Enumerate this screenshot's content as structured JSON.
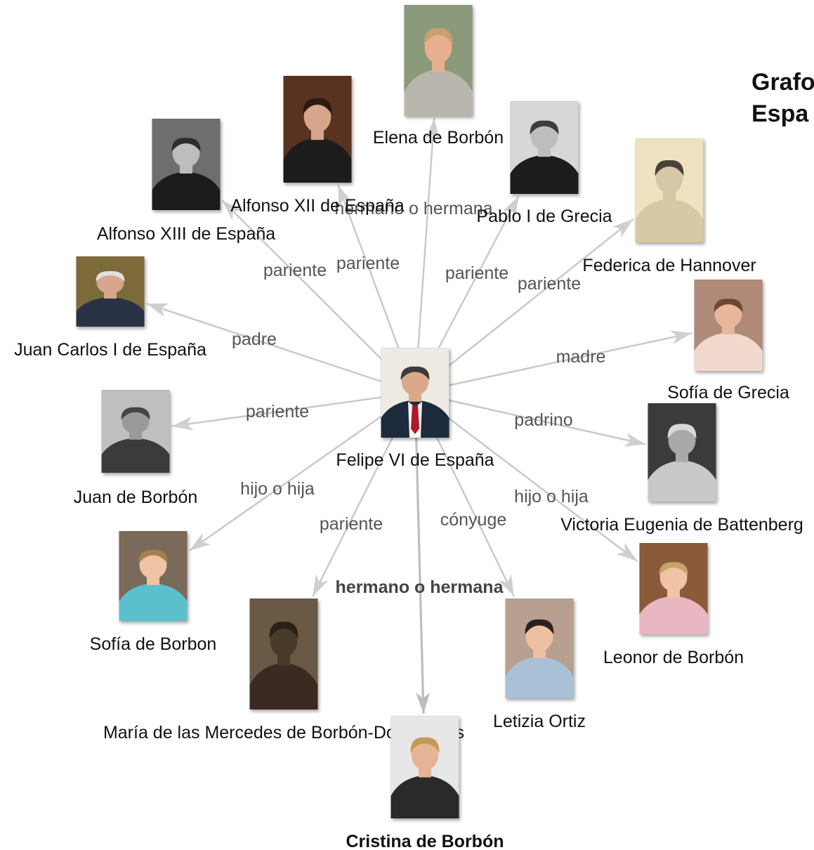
{
  "title_lines": [
    "Grafo",
    "Espa"
  ],
  "center": {
    "label": "Felipe VI de España",
    "skin": "#d9a98a",
    "hair": "#3a3a3a",
    "suit": "#1f2a3e",
    "tie": "#b3122a",
    "bg": "#efe9e3"
  },
  "nodes": [
    {
      "id": "elena",
      "label": "Elena de Borbón",
      "bold": false,
      "bg": "#8a9a7a",
      "suit": "#b9b6ae",
      "skin": "#e6b08f",
      "hair": "#c8a070"
    },
    {
      "id": "pablo",
      "label": "Pablo I de Grecia",
      "bold": false,
      "bg": "#d7d7d7",
      "suit": "#1d1d1d",
      "skin": "#bdbdbd",
      "hair": "#3c3c3c"
    },
    {
      "id": "federica",
      "label": "Federica de Hannover",
      "bold": false,
      "bg": "#efe2c0",
      "suit": "#d8c9a5",
      "skin": "#d6c7a8",
      "hair": "#4a4338"
    },
    {
      "id": "sofia_grecia",
      "label": "Sofía de Grecia",
      "bold": false,
      "bg": "#b08a78",
      "suit": "#f1d8cc",
      "skin": "#e8b69b",
      "hair": "#6a4a30"
    },
    {
      "id": "victoria",
      "label": "Victoria Eugenia de Battenberg",
      "bold": false,
      "bg": "#3a3a3a",
      "suit": "#c9c9c9",
      "skin": "#a9a9a9",
      "hair": "#d9d9d9"
    },
    {
      "id": "leonor",
      "label": "Leonor de Borbón",
      "bold": false,
      "bg": "#8a5a3a",
      "suit": "#e9b7c1",
      "skin": "#f0c3a6",
      "hair": "#c9a46a"
    },
    {
      "id": "letizia",
      "label": "Letizia Ortiz",
      "bold": false,
      "bg": "#b8a090",
      "suit": "#a9c0d6",
      "skin": "#eebfa2",
      "hair": "#2a2320"
    },
    {
      "id": "cristina",
      "label": "Cristina de Borbón",
      "bold": true,
      "bg": "#e7e7e7",
      "suit": "#2c2c2c",
      "skin": "#e7b396",
      "hair": "#c49a58"
    },
    {
      "id": "mercedes",
      "label": "María de las Mercedes de Borbón-Dos Sicilias",
      "bold": false,
      "bg": "#6b5a45",
      "suit": "#3a2c20",
      "skin": "#4a3a2a",
      "hair": "#2a2018"
    },
    {
      "id": "sofia_borbon",
      "label": "Sofía de Borbon",
      "bold": false,
      "bg": "#7a6a5a",
      "suit": "#5cc0cc",
      "skin": "#f0c3a6",
      "hair": "#a58050"
    },
    {
      "id": "juan",
      "label": "Juan de Borbón",
      "bold": false,
      "bg": "#bfbfbf",
      "suit": "#3a3a3a",
      "skin": "#9a9a9a",
      "hair": "#444444"
    },
    {
      "id": "juan_carlos",
      "label": "Juan Carlos I de España",
      "bold": false,
      "bg": "#7c6a3a",
      "suit": "#2a3244",
      "skin": "#d6a58a",
      "hair": "#e0e0e0"
    },
    {
      "id": "alfonso13",
      "label": "Alfonso XIII de España",
      "bold": false,
      "bg": "#6e6e6e",
      "suit": "#1e1e1e",
      "skin": "#bdbdbd",
      "hair": "#2e2e2e"
    },
    {
      "id": "alfonso12",
      "label": "Alfonso XII de España",
      "bold": false,
      "bg": "#5a3020",
      "suit": "#1a1a1a",
      "skin": "#d6a58a",
      "hair": "#2a1a10"
    }
  ],
  "edges": [
    {
      "to": "elena",
      "label": "hermano o hermana",
      "bold": false
    },
    {
      "to": "pablo",
      "label": "pariente",
      "bold": false
    },
    {
      "to": "federica",
      "label": "pariente",
      "bold": false
    },
    {
      "to": "sofia_grecia",
      "label": "madre",
      "bold": false
    },
    {
      "to": "victoria",
      "label": "padrino",
      "bold": false
    },
    {
      "to": "leonor",
      "label": "hijo o hija",
      "bold": false
    },
    {
      "to": "letizia",
      "label": "cónyuge",
      "bold": false
    },
    {
      "to": "cristina",
      "label": "hermano o hermana",
      "bold": true
    },
    {
      "to": "mercedes",
      "label": "pariente",
      "bold": false
    },
    {
      "to": "sofia_borbon",
      "label": "hijo o hija",
      "bold": false
    },
    {
      "to": "juan",
      "label": "pariente",
      "bold": false
    },
    {
      "to": "juan_carlos",
      "label": "padre",
      "bold": false
    },
    {
      "to": "alfonso13",
      "label": "pariente",
      "bold": false
    },
    {
      "to": "alfonso12",
      "label": "pariente",
      "bold": false
    }
  ]
}
